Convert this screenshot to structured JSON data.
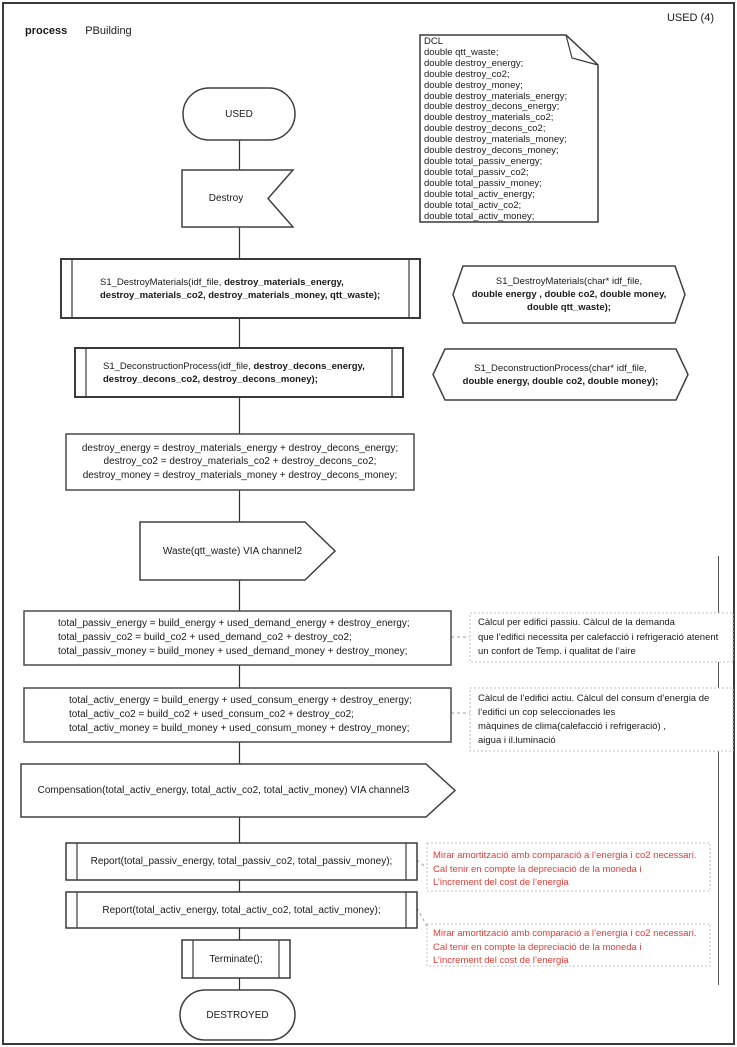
{
  "header": {
    "kind_label": "process",
    "name": "PBuilding",
    "page_label": "USED (4)"
  },
  "dcl_note": {
    "text": "DCL\ndouble qtt_waste;\ndouble destroy_energy;\ndouble destroy_co2;\ndouble destroy_money;\ndouble destroy_materials_energy;\ndouble destroy_decons_energy;\ndouble destroy_materials_co2;\ndouble destroy_decons_co2;\ndouble destroy_materials_money;\ndouble destroy_decons_money;\ndouble total_passiv_energy;\ndouble total_passiv_co2;\ndouble total_passiv_money;\ndouble total_activ_energy;\ndouble total_activ_co2;\ndouble total_activ_money;"
  },
  "flow": {
    "used_state": "USED",
    "destroy_signal": "Destroy",
    "proc_destroy_materials": {
      "prefix": "S1_DestroyMaterials(idf_file, ",
      "bold": "destroy_materials_energy,\ndestroy_materials_co2, destroy_materials_money, qtt_waste);"
    },
    "proc_deconstruction": {
      "prefix": "S1_DeconstructionProcess(idf_file, ",
      "bold": "destroy_decons_energy,\ndestroy_decons_co2, destroy_decons_money);"
    },
    "task_destroy": "destroy_energy = destroy_materials_energy + destroy_decons_energy;\ndestroy_co2 = destroy_materials_co2 + destroy_decons_co2;\ndestroy_money = destroy_materials_money + destroy_decons_money;",
    "waste_output": "Waste(qtt_waste) VIA channel2",
    "task_passiv": "total_passiv_energy = build_energy + used_demand_energy + destroy_energy;\ntotal_passiv_co2 = build_co2 + used_demand_co2 + destroy_co2;\ntotal_passiv_money =  build_money + used_demand_money + destroy_money;",
    "task_activ": "total_activ_energy = build_energy + used_consum_energy + destroy_energy;\ntotal_activ_co2 =  build_co2 + used_consum_co2 + destroy_co2;\ntotal_activ_money = build_money + used_consum_money + destroy_money;",
    "compensation_output": "Compensation(total_activ_energy, total_activ_co2, total_activ_money) VIA channel3",
    "report_passiv": "Report(total_passiv_energy, total_passiv_co2, total_passiv_money);",
    "report_activ": "Report(total_activ_energy, total_activ_co2, total_activ_money);",
    "terminate": "Terminate();",
    "destroyed_state": "DESTROYED"
  },
  "declarations": {
    "destroy_materials": {
      "prefix": "S1_DestroyMaterials(char* idf_file,\n",
      "bold": "double energy , double co2, double money,\ndouble qtt_waste);"
    },
    "deconstruction": {
      "prefix": "S1_DeconstructionProcess(char* idf_file,\n",
      "bold": "double energy, double co2, double money);"
    }
  },
  "comments": {
    "passiv": "Càlcul per edifici passiu. Càlcul de la demanda\nque l’edifici necessita per calefacció i refrigeració atenent\nun confort de Temp.  i qualitat de l’aire",
    "activ": "Càlcul de l’edifici actiu. Càlcul del consum d’energia de\nl’edifici un cop seleccionades les\nmàquines de clima(calefacció i refrigeració) ,\naigua i il.luminació",
    "report_passiv": "Mirar amortització amb comparació a l’energia i co2 necessari.\nCal tenir en compte la depreciació de la moneda i\nL’increment del cost de l’energia",
    "report_activ": "Mirar amortització amb comparació a l’energia i co2 necessari.\nCal tenir en compte la depreciació de la moneda i\nL’increment del cost de l’energia"
  },
  "colors": {
    "shape_stroke": "#404040",
    "comment_red": "#e03c36",
    "comment_border": "#c3c3c3",
    "background": "#ffffff"
  }
}
